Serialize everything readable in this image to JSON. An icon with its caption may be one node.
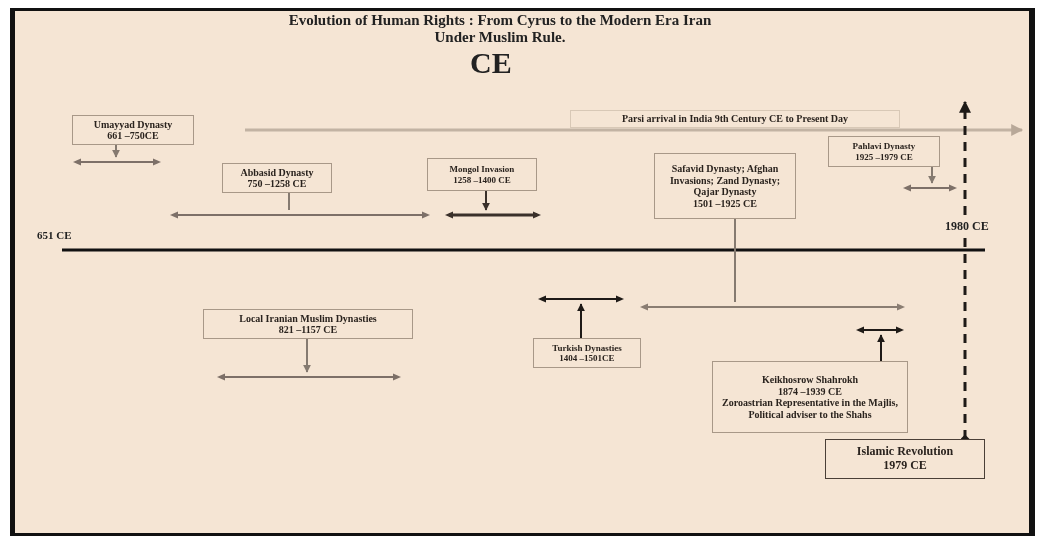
{
  "diagram": {
    "title": "Evolution of Human Rights : From Cyrus to the Modern Era Iran Under Muslim Rule.",
    "nodes": [
      {
        "text": [
          "Umayyad Dynasty",
          "661 –750CE"
        ]
      },
      {
        "text": [],
        "shape": "bar"
      },
      {
        "text": [
          "Parsi arrival in India 9th Century CE to Present Day"
        ]
      },
      {
        "text": [
          "Abbasid Dynasty",
          "750 –1258 CE"
        ]
      },
      {
        "text": [],
        "shape": "bar"
      },
      {
        "text": [
          "Mongol Invasion",
          "1258 –1400 CE"
        ]
      },
      {
        "text": [],
        "shape": "bar"
      },
      {
        "text": [
          "Safavid Dynasty; Afghan Invasions; Zand Dynasty; Qajar Dynasty",
          "1501 –1925 CE"
        ]
      },
      {
        "text": [],
        "shape": "bar"
      },
      {
        "text": [
          "Pahlavi Dynasty",
          "1925 –1979 CE"
        ]
      },
      {
        "text": [],
        "shape": "bar"
      },
      {
        "text": [
          "Local Iranian Muslim Dynasties",
          "821 –1157 CE"
        ]
      },
      {
        "text": [],
        "shape": "bar"
      },
      {
        "text": [
          "Turkish Dynasties",
          "1404 –1501CE"
        ]
      },
      {
        "text": [],
        "shape": "bar"
      },
      {
        "text": [
          "Keikhosrow Shahrokh",
          "1874 –1939 CE",
          "Zoroastrian Representative in the Majlis,",
          "Political adviser to the Shahs"
        ]
      },
      {
        "text": [],
        "shape": "bar"
      },
      {
        "text": [
          "Islamic Revolution",
          "1979 CE"
        ]
      }
    ],
    "edges": [
      {
        "from": 0,
        "to": 1,
        "arrow": "to"
      },
      {
        "from": 3,
        "to": 4,
        "arrow": "none"
      },
      {
        "from": 5,
        "to": 6,
        "arrow": "to",
        "color": "#3a302a"
      },
      {
        "from": 7,
        "to": 8,
        "arrow": "none"
      },
      {
        "from": 9,
        "to": 10,
        "arrow": "to"
      },
      {
        "from": 11,
        "to": 12,
        "arrow": "to"
      },
      {
        "from": 13,
        "to": 14,
        "arrow": "to",
        "color": "#1e1a17"
      },
      {
        "from": 15,
        "to": 16,
        "arrow": "to",
        "color": "#1e1a17"
      },
      {
        "from": 17,
        "to": null,
        "arrow": "to",
        "style": "dashed",
        "color": "#1e1a17"
      }
    ],
    "labels": [
      "CE",
      "651 CE",
      "1980 CE"
    ]
  }
}
